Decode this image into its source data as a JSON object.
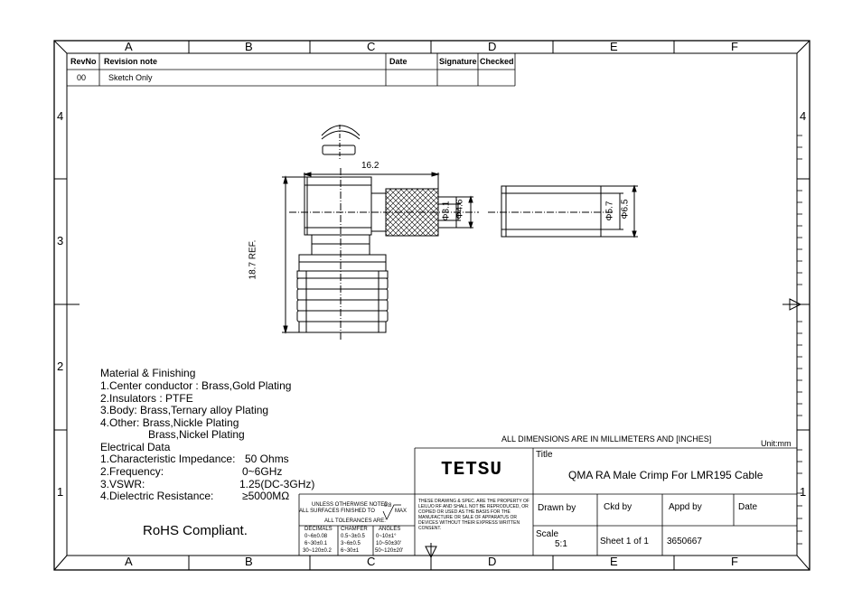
{
  "zones": {
    "top": [
      "A",
      "B",
      "C",
      "D",
      "E",
      "F"
    ],
    "bottom": [
      "A",
      "B",
      "C",
      "D",
      "E",
      "F"
    ],
    "left": [
      "4",
      "3",
      "2",
      "1"
    ],
    "right": [
      "4",
      "1"
    ]
  },
  "revision_table": {
    "headers": [
      "RevNo",
      "Revision note",
      "Date",
      "Signature",
      "Checked"
    ],
    "rows": [
      [
        "00",
        "Sketch Only",
        "",
        "",
        ""
      ]
    ]
  },
  "dimensions": {
    "length_top": "16.2",
    "height": "18.7 REF.",
    "d1": "Φ3.1",
    "d2": "Φ4.6",
    "d3": "Φ5.7",
    "d4": "Φ6.5"
  },
  "materials": {
    "heading": "Material & Finishing",
    "lines": [
      "1.Center conductor : Brass,Gold Plating",
      "2.Insulators  :  PTFE",
      "3.Body: Brass,Ternary alloy Plating",
      "4.Other:  Brass,Nickle Plating"
    ],
    "other_cont": "Brass,Nickel Plating"
  },
  "electrical": {
    "heading": "Electrical Data",
    "rows": [
      {
        "label": "1.Characteristic Impedance:",
        "value": "50 Ohms"
      },
      {
        "label": "2.Frequency:",
        "value": "0~6GHz"
      },
      {
        "label": "3.VSWR:",
        "value": "1.25(DC-3GHz)"
      },
      {
        "label": "4.Dielectric Resistance:",
        "value": "≥5000MΩ"
      }
    ]
  },
  "rohs": "RoHS Compliant.",
  "tolerances": {
    "line1": "UNLESS OTHERWISE NOTED",
    "line2": "ALL SURFACES FINISHED TO",
    "finish": "0.8",
    "max": "MAX",
    "line3": "ALL TOLERANCES ARE:",
    "headers": [
      "DECIMALS",
      "CHAMFER",
      "ANGLES"
    ],
    "rows": [
      [
        "0~6±0.08",
        "0.5~3±0.5",
        "0~10±1°"
      ],
      [
        "6~30±0.1",
        "3~6±0.5",
        "10~50±30'"
      ],
      [
        "30~120±0.2",
        "6~30±1",
        "50~120±20'"
      ]
    ]
  },
  "title_block": {
    "units_note": "ALL DIMENSIONS ARE IN MILLIMETERS AND [INCHES]",
    "unit": "Unit:mm",
    "title_label": "Title",
    "title": "QMA RA Male  Crimp For LMR195 Cable",
    "logo": "TETSU",
    "property_note": "THESE DRAWING & SPEC. ARE THE PROPERTY OF LEILUO RF AND SHALL NOT BE REPRODUCED, OR COPIED OR USED AS THE BASIS FOR THE MANUFACTURE OR SALE OF APPARATUS OR DEVICES WITHOUT THEIR EXPRESS WRITTEN CONSENT.",
    "drawn_by": "Drawn by",
    "ckd_by": "Ckd by",
    "appd_by": "Appd by",
    "date": "Date",
    "scale_label": "Scale",
    "scale": "5:1",
    "sheet": "Sheet 1 of 1",
    "part_no": "3650667"
  }
}
